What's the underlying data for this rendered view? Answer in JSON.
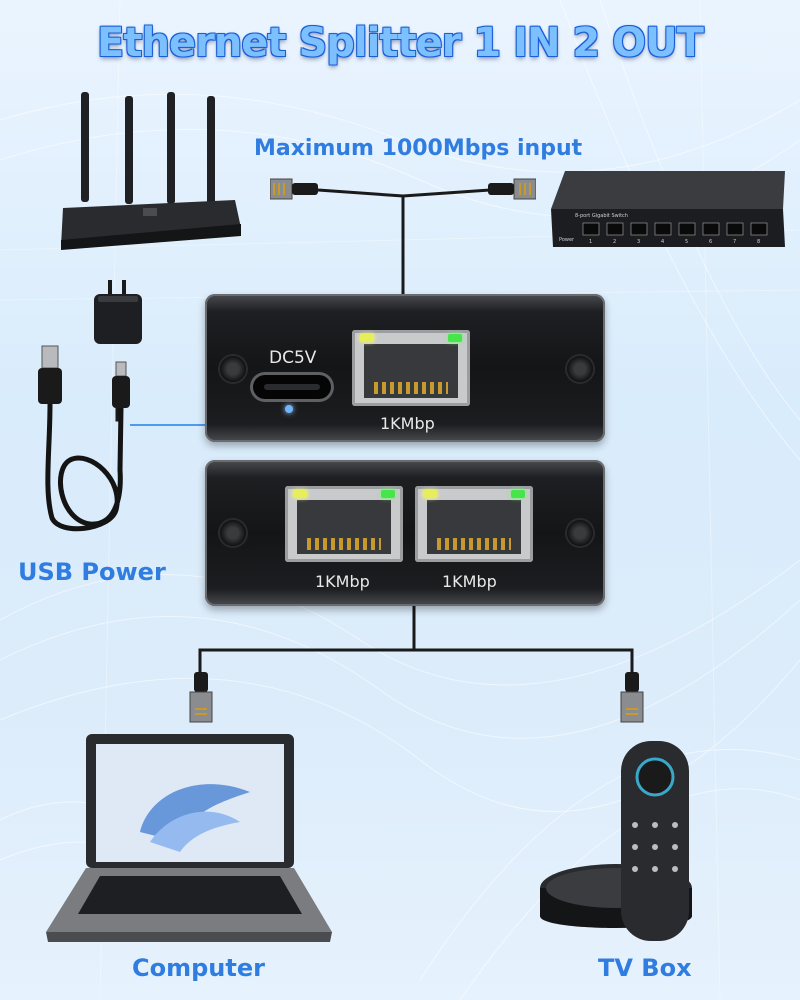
{
  "title": "Ethernet Splitter 1 IN 2 OUT",
  "labels": {
    "input": "Maximum 1000Mbps input",
    "usb_power": "USB Power",
    "computer": "Computer",
    "tv_box": "TV Box"
  },
  "top_splitter": {
    "power_port_label": "DC5V",
    "input_port_label": "1KMbp"
  },
  "bottom_splitter": {
    "output_port_1_label": "1KMbp",
    "output_port_2_label": "1KMbp"
  },
  "switch_device": {
    "brand_text": "8-port Gigabit Switch",
    "power_text": "Power",
    "port_numbers": [
      "1",
      "2",
      "3",
      "4",
      "5",
      "6",
      "7",
      "8"
    ]
  },
  "icons": [
    "router-icon",
    "network-switch-icon",
    "power-adapter-icon",
    "usb-cable-icon",
    "ethernet-plug-icon",
    "laptop-icon",
    "tv-box-icon",
    "remote-control-icon",
    "screw-icon"
  ],
  "colors": {
    "title": "#7cc0ff",
    "label": "#2f7de0",
    "device_body": "#141517",
    "led_yellow": "#e6ef5a",
    "led_green": "#46e64a"
  }
}
